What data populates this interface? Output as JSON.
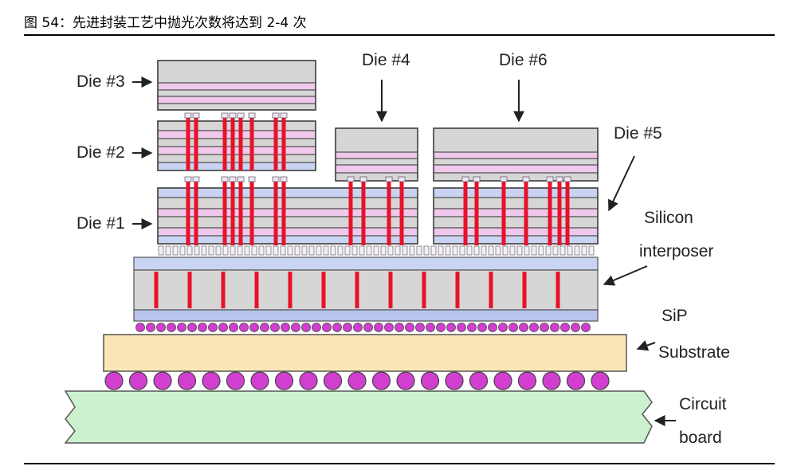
{
  "caption": "图 54：先进封装工艺中抛光次数将达到 2-4 次",
  "labels": {
    "die3": "Die #3",
    "die2": "Die #2",
    "die1": "Die #1",
    "die4": "Die #4",
    "die6": "Die #6",
    "die5": "Die #5",
    "interposer_line1": "Silicon",
    "interposer_line2": "interposer",
    "substrate_line1": "SiP",
    "substrate_line2": "Substrate",
    "board_line1": "Circuit",
    "board_line2": "board"
  },
  "colors": {
    "die_gray": "#d6d6d6",
    "die_pink": "#efc8ec",
    "die_blue": "#c9d4f2",
    "tsv_red": "#e8112a",
    "interposer_blue": "#b8c4ec",
    "substrate_tan": "#fbe7b6",
    "solder_magenta": "#d23fd0",
    "board_green": "#cdf0cf"
  }
}
